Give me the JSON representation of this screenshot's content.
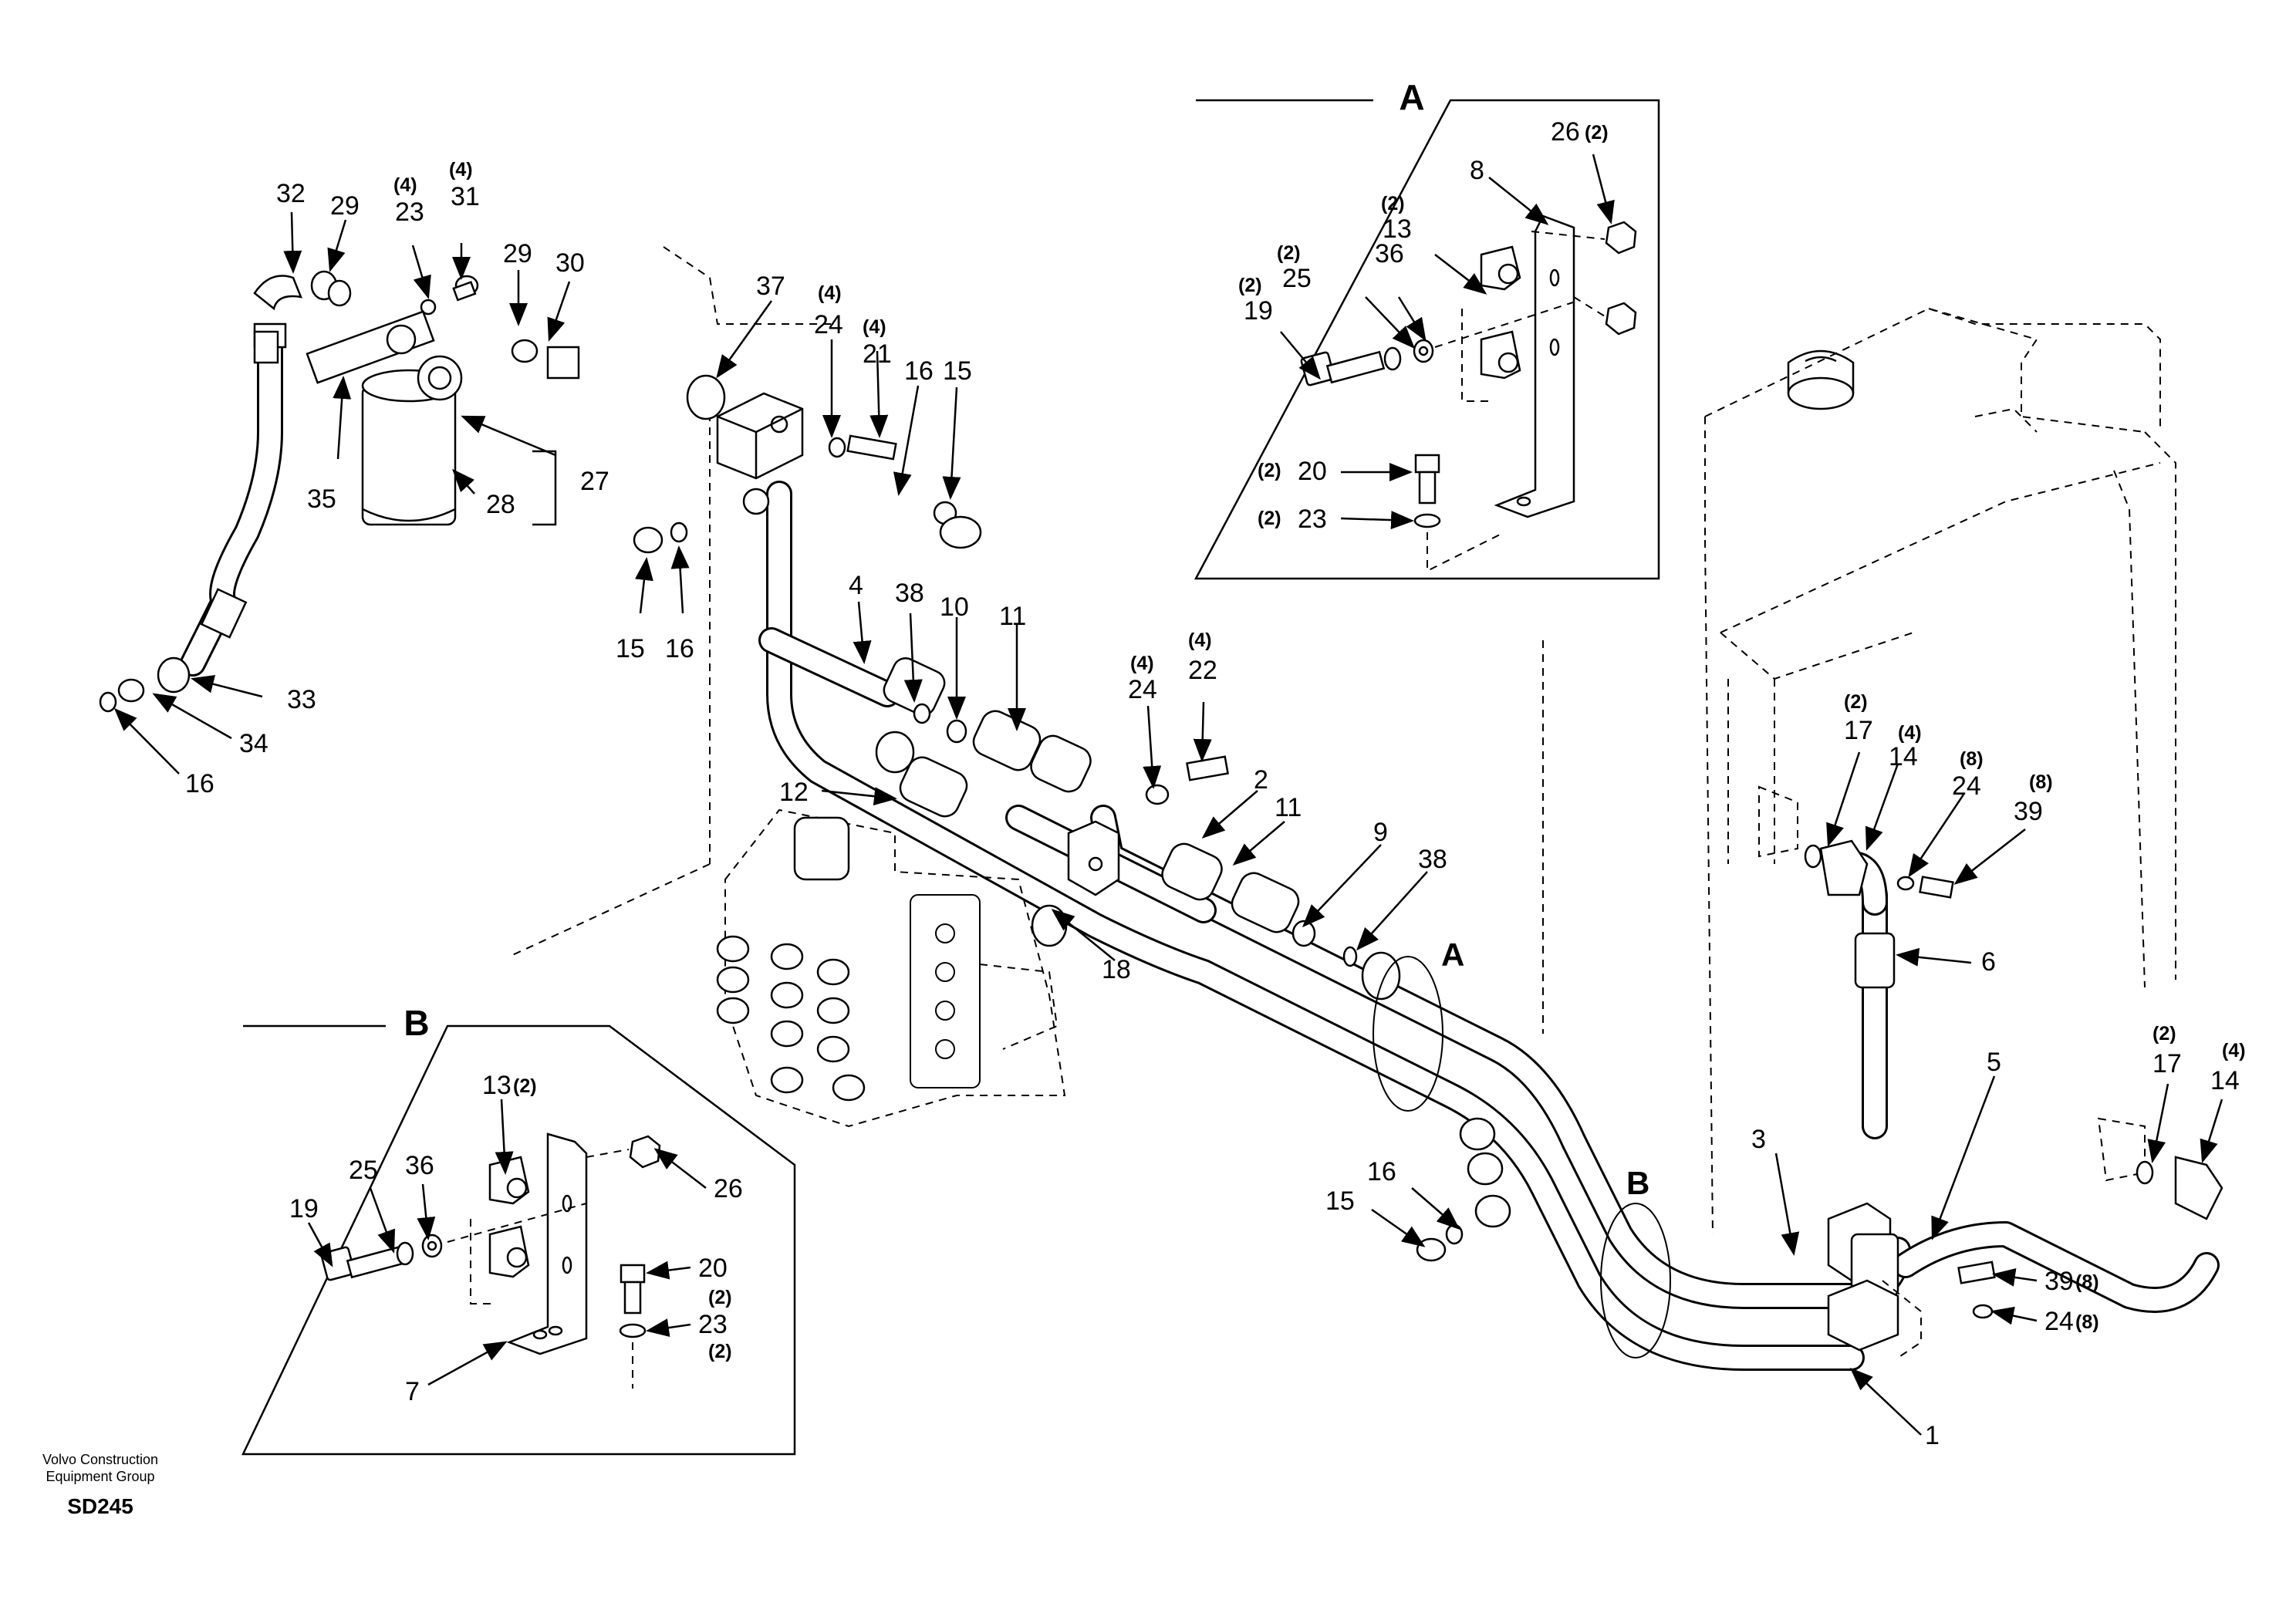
{
  "diagram": {
    "code": "SD245",
    "credit": [
      "Volvo Construction",
      "Equipment Group"
    ],
    "detail_a": {
      "title": "A",
      "labels": [
        {
          "num": "26",
          "qty": "(2)"
        },
        {
          "num": "8",
          "qty": ""
        },
        {
          "num": "13",
          "qty": "(2)"
        },
        {
          "num": "25",
          "qty": "(2)"
        },
        {
          "num": "36",
          "qty": ""
        },
        {
          "num": "19",
          "qty": "(2)"
        },
        {
          "num": "20",
          "qty": "(2)"
        },
        {
          "num": "23",
          "qty": "(2)"
        }
      ]
    },
    "detail_b": {
      "title": "B",
      "labels": [
        {
          "num": "13",
          "qty": "(2)"
        },
        {
          "num": "19",
          "qty": ""
        },
        {
          "num": "25",
          "qty": ""
        },
        {
          "num": "36",
          "qty": ""
        },
        {
          "num": "26",
          "qty": ""
        },
        {
          "num": "20",
          "qty": ""
        },
        {
          "num": "23",
          "qty": "(2)"
        },
        {
          "num": "7",
          "qty": ""
        }
      ],
      "extra_qty": "(2)"
    },
    "main": {
      "section_marks": [
        "A",
        "B"
      ],
      "labels": [
        {
          "num": "32",
          "qty": ""
        },
        {
          "num": "29",
          "qty": ""
        },
        {
          "num": "23",
          "qty": "(4)"
        },
        {
          "num": "31",
          "qty": "(4)"
        },
        {
          "num": "29",
          "qty": ""
        },
        {
          "num": "30",
          "qty": ""
        },
        {
          "num": "37",
          "qty": ""
        },
        {
          "num": "24",
          "qty": "(4)"
        },
        {
          "num": "21",
          "qty": "(4)"
        },
        {
          "num": "16",
          "qty": ""
        },
        {
          "num": "15",
          "qty": ""
        },
        {
          "num": "35",
          "qty": ""
        },
        {
          "num": "28",
          "qty": ""
        },
        {
          "num": "27",
          "qty": ""
        },
        {
          "num": "15",
          "qty": ""
        },
        {
          "num": "16",
          "qty": ""
        },
        {
          "num": "33",
          "qty": ""
        },
        {
          "num": "34",
          "qty": ""
        },
        {
          "num": "16",
          "qty": ""
        },
        {
          "num": "4",
          "qty": ""
        },
        {
          "num": "38",
          "qty": ""
        },
        {
          "num": "10",
          "qty": ""
        },
        {
          "num": "11",
          "qty": ""
        },
        {
          "num": "12",
          "qty": ""
        },
        {
          "num": "24",
          "qty": "(4)"
        },
        {
          "num": "22",
          "qty": "(4)"
        },
        {
          "num": "2",
          "qty": ""
        },
        {
          "num": "11",
          "qty": ""
        },
        {
          "num": "9",
          "qty": ""
        },
        {
          "num": "38",
          "qty": ""
        },
        {
          "num": "18",
          "qty": ""
        },
        {
          "num": "17",
          "qty": "(2)"
        },
        {
          "num": "14",
          "qty": "(4)"
        },
        {
          "num": "24",
          "qty": "(8)"
        },
        {
          "num": "39",
          "qty": "(8)"
        },
        {
          "num": "6",
          "qty": ""
        },
        {
          "num": "5",
          "qty": ""
        },
        {
          "num": "17",
          "qty": "(2)"
        },
        {
          "num": "14",
          "qty": "(4)"
        },
        {
          "num": "3",
          "qty": ""
        },
        {
          "num": "16",
          "qty": ""
        },
        {
          "num": "15",
          "qty": ""
        },
        {
          "num": "39",
          "qty": "(8)"
        },
        {
          "num": "24",
          "qty": "(8)"
        },
        {
          "num": "1",
          "qty": ""
        }
      ]
    }
  }
}
